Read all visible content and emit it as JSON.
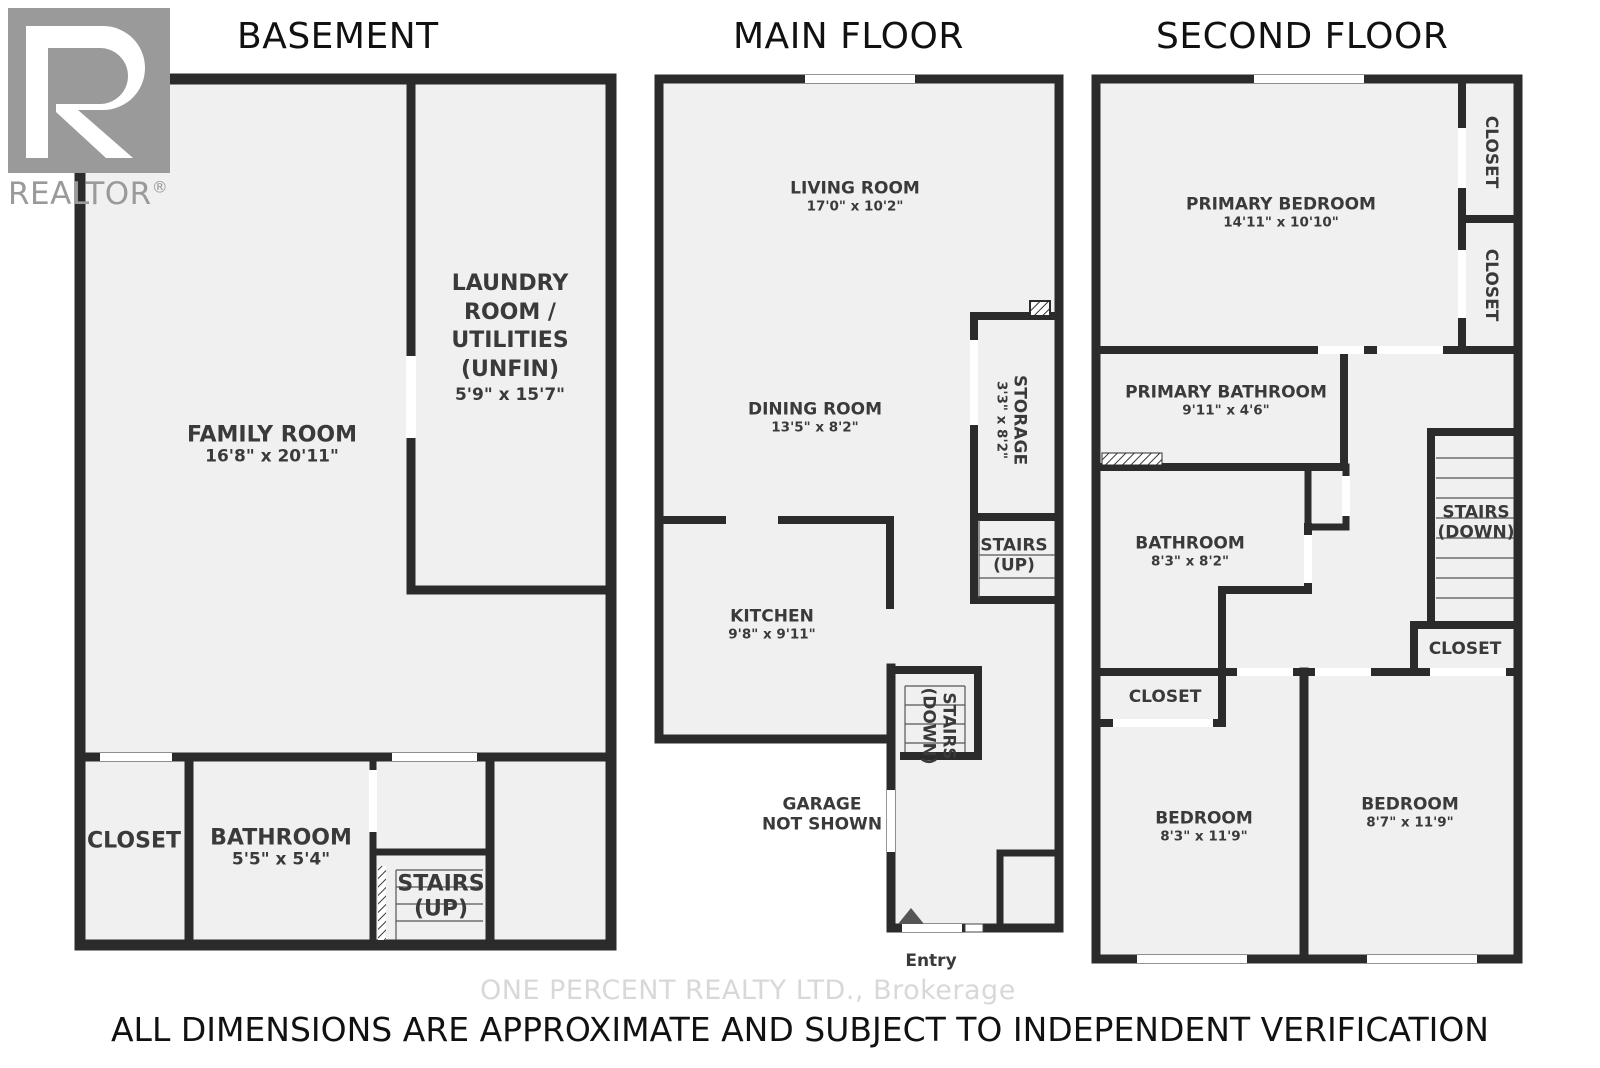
{
  "titles": {
    "basement": "BASEMENT",
    "main": "MAIN FLOOR",
    "second": "SECOND FLOOR"
  },
  "basement": {
    "family_room": {
      "name": "FAMILY ROOM",
      "dims": "16'8\" x 20'11\""
    },
    "laundry": {
      "name_lines": [
        "LAUNDRY",
        "ROOM /",
        "UTILITIES",
        "(UNFIN)"
      ],
      "dims": "5'9\" x 15'7\""
    },
    "closet": "CLOSET",
    "bathroom": {
      "name": "BATHROOM",
      "dims": "5'5\" x 5'4\""
    },
    "stairs": [
      "STAIRS",
      "(UP)"
    ]
  },
  "main": {
    "living_room": {
      "name": "LIVING ROOM",
      "dims": "17'0\" x 10'2\""
    },
    "dining_room": {
      "name": "DINING ROOM",
      "dims": "13'5\" x 8'2\""
    },
    "storage": {
      "name": "STORAGE",
      "dims": "3'3\" x 8'2\""
    },
    "stairs_up": [
      "STAIRS",
      "(UP)"
    ],
    "kitchen": {
      "name": "KITCHEN",
      "dims": "9'8\" x 9'11\""
    },
    "stairs_down": [
      "STAIRS",
      "(DOWN)"
    ],
    "garage": [
      "GARAGE",
      "NOT SHOWN"
    ],
    "entry": "Entry"
  },
  "second": {
    "primary_bedroom": {
      "name": "PRIMARY BEDROOM",
      "dims": "14'11\" x 10'10\""
    },
    "closet_1": "CLOSET",
    "closet_2": "CLOSET",
    "primary_bathroom": {
      "name": "PRIMARY BATHROOM",
      "dims": "9'11\" x 4'6\""
    },
    "stairs_down": [
      "STAIRS",
      "(DOWN)"
    ],
    "bathroom": {
      "name": "BATHROOM",
      "dims": "8'3\" x 8'2\""
    },
    "closet_3": "CLOSET",
    "closet_4": "CLOSET",
    "bedroom_1": {
      "name": "BEDROOM",
      "dims": "8'3\" x 11'9\""
    },
    "bedroom_2": {
      "name": "BEDROOM",
      "dims": "8'7\" x 11'9\""
    }
  },
  "disclaimer": "ALL DIMENSIONS ARE APPROXIMATE AND SUBJECT TO INDEPENDENT VERIFICATION",
  "brokerage": "ONE PERCENT REALTY LTD., Brokerage",
  "realtor": {
    "word": "REALTOR",
    "mark": "®"
  },
  "colors": {
    "wall": "#2b2b2b",
    "floor": "#f0f0f0",
    "window": "#ffffff",
    "text": "#3a3a3a"
  }
}
